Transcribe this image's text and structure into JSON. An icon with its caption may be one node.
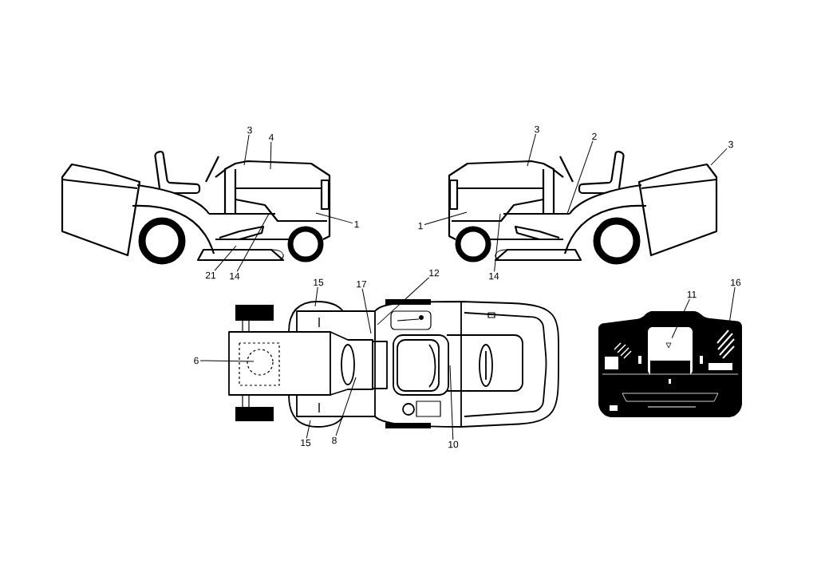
{
  "diagram": {
    "nodes": [
      {
        "text": [
          "3"
        ]
      },
      {
        "text": [
          "4"
        ]
      },
      {
        "text": [
          "1"
        ]
      },
      {
        "text": [
          "21"
        ]
      },
      {
        "text": [
          "14"
        ]
      },
      {
        "text": [
          "3"
        ]
      },
      {
        "text": [
          "2"
        ]
      },
      {
        "text": [
          "3"
        ]
      },
      {
        "text": [
          "1"
        ]
      },
      {
        "text": [
          "14"
        ]
      },
      {
        "text": [
          "15"
        ]
      },
      {
        "text": [
          "17"
        ]
      },
      {
        "text": [
          "12"
        ]
      },
      {
        "text": [
          "6"
        ]
      },
      {
        "text": [
          "15"
        ]
      },
      {
        "text": [
          "8"
        ]
      },
      {
        "text": [
          "10"
        ]
      },
      {
        "text": [
          "11"
        ]
      },
      {
        "text": [
          "16"
        ]
      },
      {
        "text": [],
        "shape": "picture"
      },
      {
        "text": [],
        "shape": "picture"
      }
    ],
    "edges": [
      {
        "from": 0,
        "to": null,
        "arrow": "none"
      },
      {
        "from": 1,
        "to": null,
        "arrow": "none"
      },
      {
        "from": 2,
        "to": null,
        "arrow": "none"
      },
      {
        "from": 3,
        "to": null,
        "arrow": "none"
      },
      {
        "from": 4,
        "to": null,
        "arrow": "none"
      },
      {
        "from": 5,
        "to": null,
        "arrow": "none"
      },
      {
        "from": 6,
        "to": null,
        "arrow": "none"
      },
      {
        "from": 7,
        "to": null,
        "arrow": "none"
      },
      {
        "from": 8,
        "to": null,
        "arrow": "none"
      },
      {
        "from": 9,
        "to": null,
        "arrow": "none"
      },
      {
        "from": 10,
        "to": null,
        "arrow": "none"
      },
      {
        "from": 11,
        "to": null,
        "arrow": "none"
      },
      {
        "from": 12,
        "to": null,
        "arrow": "none"
      },
      {
        "from": 13,
        "to": null,
        "arrow": "none"
      },
      {
        "from": 14,
        "to": null,
        "arrow": "none"
      },
      {
        "from": 15,
        "to": null,
        "arrow": "none"
      },
      {
        "from": 16,
        "to": null,
        "arrow": "none"
      },
      {
        "from": 17,
        "to": 19,
        "arrow": "none"
      },
      {
        "from": 18,
        "to": 20,
        "arrow": "none"
      }
    ]
  }
}
